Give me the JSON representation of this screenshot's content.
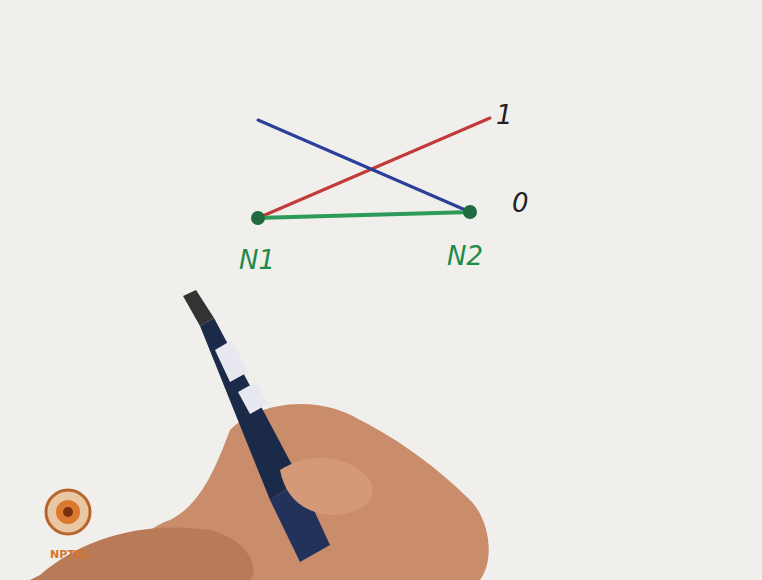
{
  "diagram": {
    "nodes": [
      {
        "text": [
          "N1"
        ]
      },
      {
        "text": [
          "N2"
        ]
      }
    ],
    "edges": [
      {
        "from": 0,
        "to": 1,
        "arrow": "none"
      }
    ],
    "labels": [
      "1",
      "0",
      "NPTEL"
    ]
  }
}
